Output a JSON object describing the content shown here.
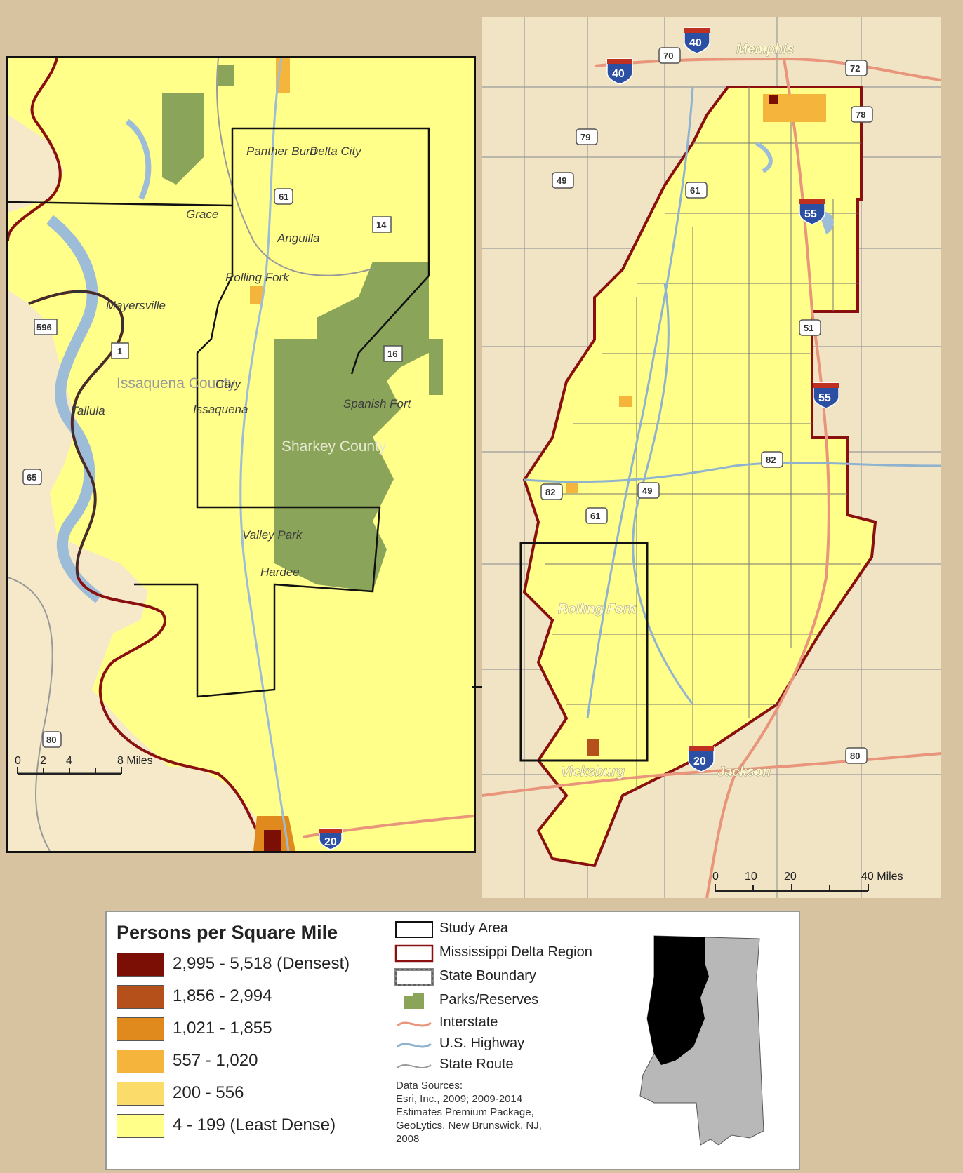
{
  "left_map": {
    "places": {
      "panther_burn": "Panther Burn",
      "delta_city": "Delta City",
      "grace": "Grace",
      "anguilla": "Anguilla",
      "rolling_fork": "Rolling Fork",
      "mayersville": "Mayersville",
      "issaquena_county": "Issaquena County",
      "cary": "Cary",
      "issaquena": "Issaquena",
      "tallula": "Tallula",
      "spanish_fort": "Spanish Fort",
      "sharkey_county": "Sharkey County",
      "valley_park": "Valley Park",
      "hardee": "Hardee"
    },
    "routes": {
      "r61": "61",
      "r14": "14",
      "r596": "596",
      "r1": "1",
      "r16": "16",
      "r65": "65",
      "r80": "80",
      "i20": "20"
    },
    "scale": {
      "t0": "0",
      "t2": "2",
      "t4": "4",
      "t8": "8 Miles"
    }
  },
  "right_map": {
    "places": {
      "memphis": "Memphis",
      "rolling_fork": "Rolling Fork",
      "vicksburg": "Vicksburg",
      "jackson": "Jackson"
    },
    "routes": {
      "i40a": "40",
      "i40b": "40",
      "r70": "70",
      "r72": "72",
      "r78": "78",
      "r79": "79",
      "r49a": "49",
      "r61a": "61",
      "i55a": "55",
      "r51": "51",
      "i55b": "55",
      "r82a": "82",
      "r82b": "82",
      "r49b": "49",
      "r61b": "61",
      "i20": "20",
      "r80": "80"
    },
    "scale": {
      "t0": "0",
      "t10": "10",
      "t20": "20",
      "t40": "40 Miles"
    }
  },
  "legend": {
    "title": "Persons per Square Mile",
    "density": [
      {
        "label": "2,995 - 5,518 (Densest)",
        "color": "#7b0f06"
      },
      {
        "label": "1,856 - 2,994",
        "color": "#b5501a"
      },
      {
        "label": "1,021 - 1,855",
        "color": "#e08a1e"
      },
      {
        "label": "557 - 1,020",
        "color": "#f5b43c"
      },
      {
        "label": "200 - 556",
        "color": "#fbdc6a"
      },
      {
        "label": "4 - 199 (Least Dense)",
        "color": "#ffff8a"
      }
    ],
    "symbols": [
      {
        "label": "Study Area"
      },
      {
        "label": "Mississippi Delta Region"
      },
      {
        "label": "State Boundary"
      },
      {
        "label": "Parks/Reserves"
      },
      {
        "label": "Interstate"
      },
      {
        "label": "U.S. Highway"
      },
      {
        "label": "State Route"
      }
    ],
    "data_sources": [
      "Data Sources:",
      "Esri, Inc., 2009; 2009-2014",
      "Estimates Premium Package,",
      "GeoLytics, New Brunswick, NJ,",
      "2008"
    ]
  },
  "colors": {
    "yellow": "#ffff8a",
    "park": "#8aa45a",
    "water": "#9cbcd8",
    "delta_border": "#8a1010",
    "background_land": "#f1e4c4",
    "interstate": "#e8957c",
    "us_highway": "#8fb3cf"
  }
}
